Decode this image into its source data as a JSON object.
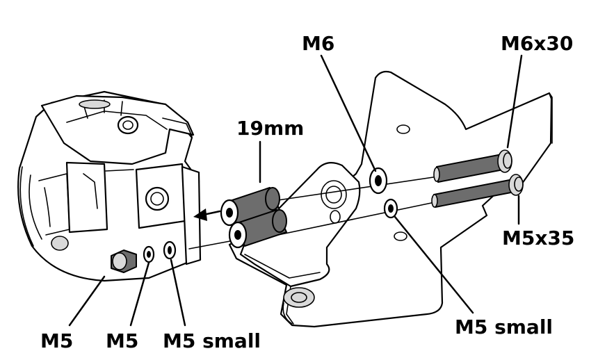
{
  "labels": {
    "spacer": "19mm",
    "m6_washer": "M6",
    "m6x30_bolt": "M6x30",
    "m5x35_bolt": "M5x35",
    "m5_small_right": "M5 small",
    "m5_nut": "M5",
    "m5_washer": "M5",
    "m5_small_left": "M5 small"
  }
}
